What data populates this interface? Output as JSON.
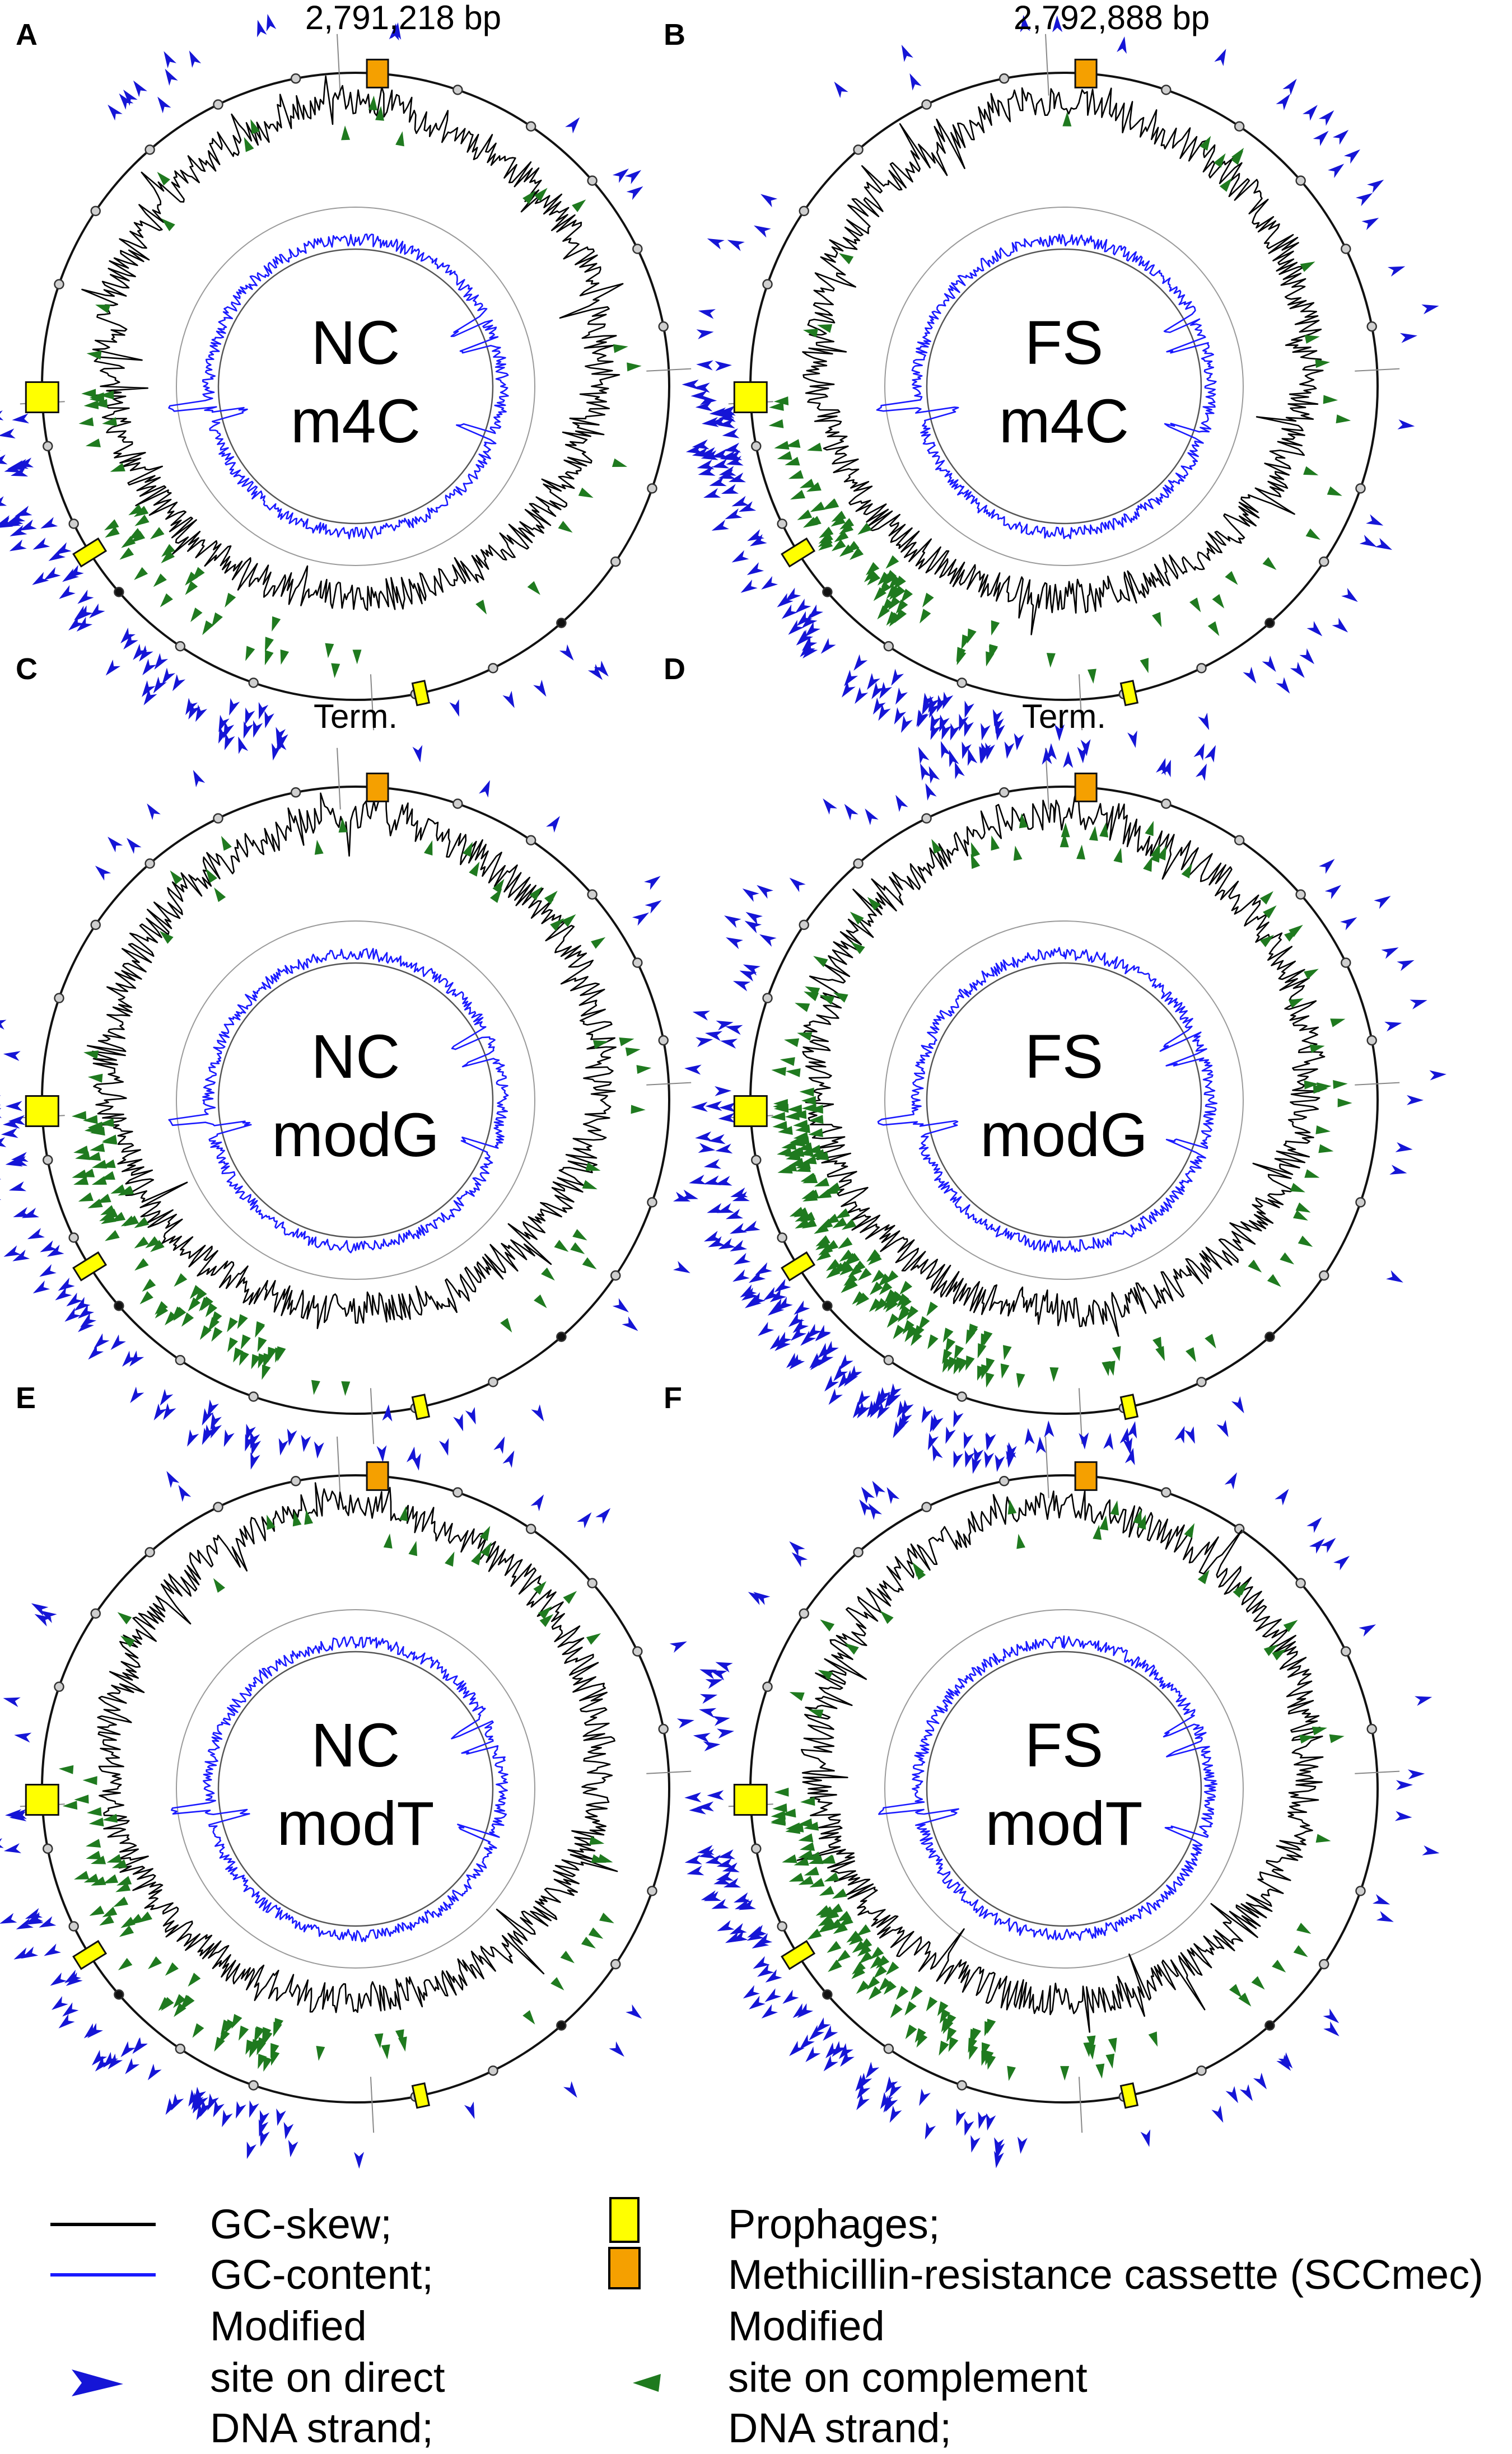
{
  "panels": [
    {
      "letter": "A",
      "line1": "NC",
      "line2": "m4C",
      "genome_length": "2,791,218 bp",
      "term": "",
      "style": "m4C",
      "direct": 90,
      "complement": 60,
      "seed": 11
    },
    {
      "letter": "B",
      "line1": "FS",
      "line2": "m4C",
      "genome_length": "2,792,888 bp",
      "term": "",
      "style": "m4C",
      "direct": 140,
      "complement": 90,
      "seed": 23
    },
    {
      "letter": "C",
      "line1": "NC",
      "line2": "modG",
      "genome_length": "",
      "term": "Term.",
      "style": "modG",
      "direct": 90,
      "complement": 110,
      "seed": 37
    },
    {
      "letter": "D",
      "line1": "FS",
      "line2": "modG",
      "genome_length": "",
      "term": "Term.",
      "style": "modG",
      "direct": 150,
      "complement": 200,
      "seed": 41
    },
    {
      "letter": "E",
      "line1": "NC",
      "line2": "modT",
      "genome_length": "",
      "term": "",
      "style": "modT",
      "direct": 80,
      "complement": 90,
      "seed": 53
    },
    {
      "letter": "F",
      "line1": "FS",
      "line2": "modT",
      "genome_length": "",
      "term": "",
      "style": "modT",
      "direct": 120,
      "complement": 130,
      "seed": 67
    }
  ],
  "legend": {
    "gc_skew": "GC-skew;",
    "gc_content": "GC-content;",
    "direct_1": "Modified",
    "direct_2": "site on direct",
    "direct_3": "DNA strand;",
    "prophages": "Prophages;",
    "sccmec": "Methicillin-resistance cassette (SCCmec)",
    "comp_1": "Modified",
    "comp_2": "site on complement",
    "comp_3": "DNA strand;"
  },
  "colors": {
    "gc_skew": "#000000",
    "gc_content": "#1a1aff",
    "direct_site": "#1515d6",
    "complement_site": "#1f7a1f",
    "prophage": "#ffff00",
    "sccmec": "#f5a000",
    "guide_circle": "#9a9a9a"
  }
}
